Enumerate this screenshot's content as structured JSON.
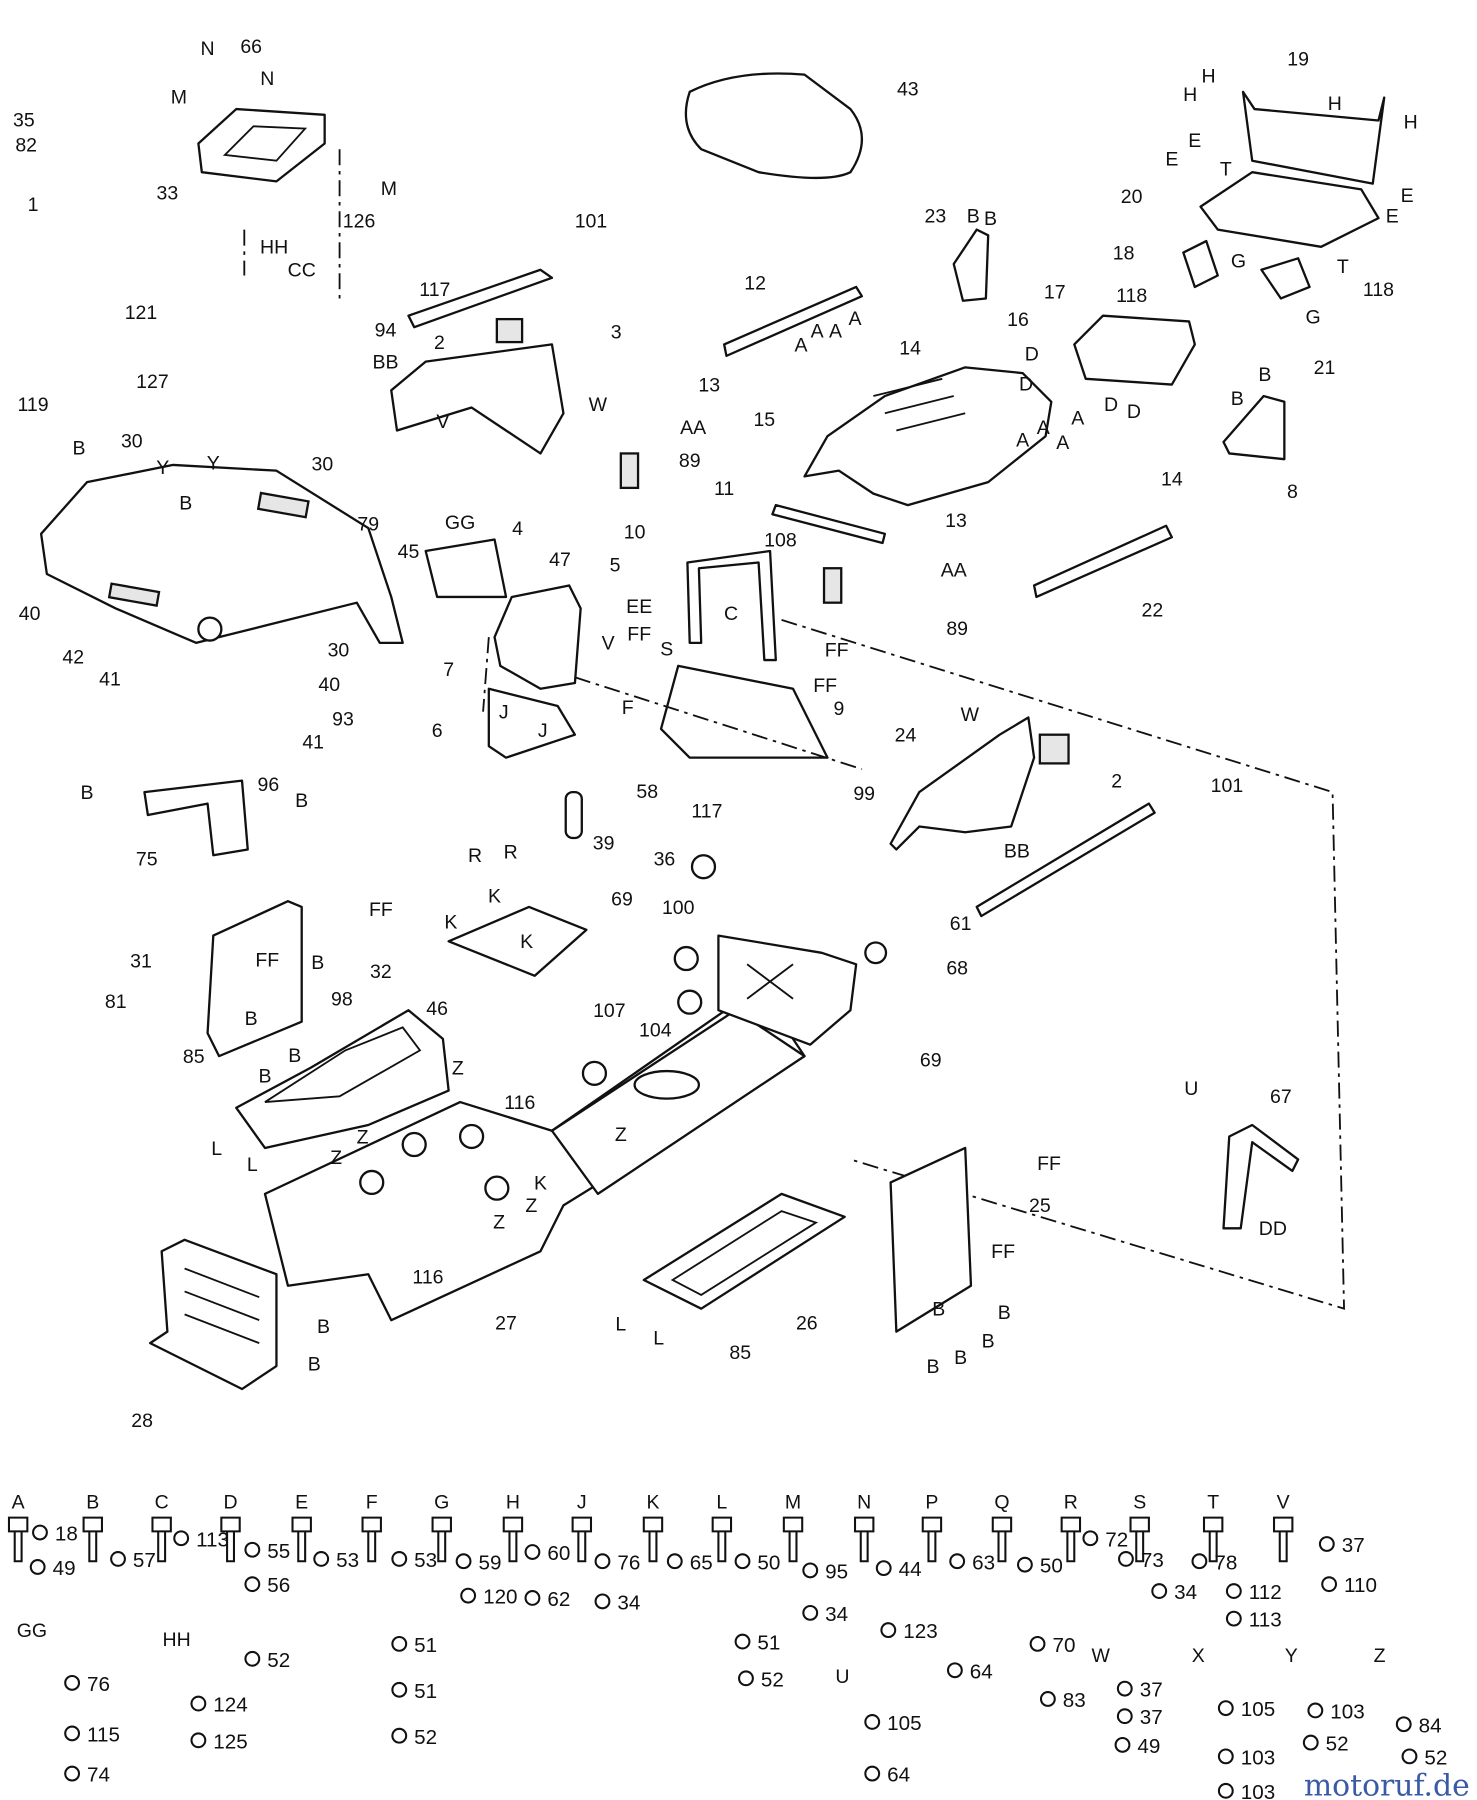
{
  "diagram": {
    "callouts": [
      "N",
      "66",
      "M",
      "N",
      "35",
      "82",
      "1",
      "33",
      "M",
      "126",
      "HH",
      "CC",
      "117",
      "121",
      "94",
      "127",
      "119",
      "30",
      "30",
      "101",
      "2",
      "3",
      "BB",
      "V",
      "W",
      "43",
      "19",
      "H",
      "H",
      "H",
      "H",
      "E",
      "E",
      "T",
      "E",
      "E",
      "20",
      "18",
      "118",
      "T",
      "118",
      "G",
      "21",
      "G",
      "23",
      "B",
      "B",
      "12",
      "A",
      "A",
      "A",
      "A",
      "14",
      "13",
      "15",
      "17",
      "16",
      "D",
      "D",
      "D",
      "D",
      "AA",
      "89",
      "A",
      "A",
      "A",
      "A",
      "14",
      "13",
      "11",
      "108",
      "AA",
      "89",
      "22",
      "B",
      "B",
      "8",
      "B",
      "Y",
      "Y",
      "B",
      "79",
      "45",
      "40",
      "42",
      "30",
      "40",
      "GG",
      "4",
      "47",
      "5",
      "10",
      "C",
      "EE",
      "FF",
      "V",
      "7",
      "S",
      "F",
      "FF",
      "FF",
      "9",
      "6",
      "J",
      "J",
      "41",
      "93",
      "41",
      "96",
      "B",
      "B",
      "75",
      "24",
      "W",
      "2",
      "101",
      "99",
      "BB",
      "58",
      "117",
      "39",
      "R",
      "R",
      "36",
      "69",
      "K",
      "K",
      "K",
      "100",
      "61",
      "68",
      "FF",
      "31",
      "FF",
      "B",
      "98",
      "81",
      "B",
      "B",
      "B",
      "32",
      "46",
      "Z",
      "85",
      "107",
      "104",
      "69",
      "116",
      "Z",
      "L",
      "L",
      "Z",
      "Z",
      "K",
      "Z",
      "Z",
      "116",
      "27",
      "U",
      "67",
      "FF",
      "25",
      "DD",
      "FF",
      "B",
      "B",
      "28",
      "26",
      "85",
      "L",
      "L",
      "B",
      "B",
      "B",
      "B",
      "B"
    ],
    "hardware_legend": {
      "letters": [
        "A",
        "B",
        "C",
        "D",
        "E",
        "F",
        "G",
        "H",
        "J",
        "K",
        "L",
        "M",
        "N",
        "P",
        "Q",
        "R",
        "S",
        "T",
        "V",
        "GG",
        "HH",
        "W",
        "X",
        "Y",
        "Z",
        "U"
      ],
      "part_numbers": [
        "18",
        "49",
        "57",
        "113",
        "55",
        "56",
        "53",
        "53",
        "59",
        "120",
        "60",
        "62",
        "76",
        "34",
        "65",
        "50",
        "51",
        "52",
        "95",
        "34",
        "44",
        "123",
        "63",
        "64",
        "50",
        "70",
        "83",
        "72",
        "73",
        "34",
        "78",
        "112",
        "113",
        "37",
        "110",
        "76",
        "115",
        "74",
        "124",
        "125",
        "52",
        "51",
        "51",
        "52",
        "105",
        "64",
        "37",
        "37",
        "49",
        "105",
        "103",
        "103",
        "103",
        "52",
        "84",
        "52"
      ]
    },
    "watermark": "motoruf.de"
  },
  "colors": {
    "ink": "#111111",
    "paper": "#ffffff",
    "watermark_blue": "#3a5aa8",
    "watermark_red": "#d0303a",
    "watermark_yellow": "#e0b020"
  }
}
